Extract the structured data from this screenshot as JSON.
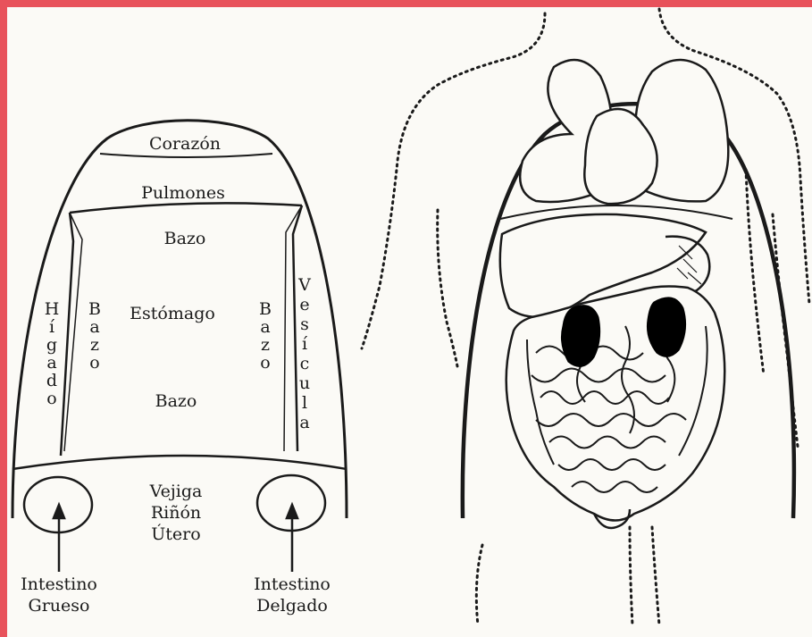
{
  "frame": {
    "accent_color": "#e8525b",
    "paper_color": "#fbfaf6",
    "ink_color": "#1a1a1a"
  },
  "left_diagram": {
    "regions": {
      "corazon": "Corazón",
      "pulmones": "Pulmones",
      "bazo_top": "Bazo",
      "estomago": "Estómago",
      "bazo_bottom": "Bazo",
      "vejiga": "Vejiga",
      "rinon": "Riñón",
      "utero": "Útero"
    },
    "vertical_labels": {
      "higado": "Hígado",
      "bazo_left": "Bazo",
      "bazo_right": "Bazo",
      "vesicula": "Vesícula"
    },
    "callouts": {
      "intestino_grueso_1": "Intestino",
      "intestino_grueso_2": "Grueso",
      "intestino_delgado_1": "Intestino",
      "intestino_delgado_2": "Delgado"
    }
  },
  "right_diagram": {
    "organs": [
      "lungs",
      "heart",
      "liver",
      "stomach",
      "kidneys",
      "intestines"
    ],
    "kidney_color": "#000000"
  }
}
